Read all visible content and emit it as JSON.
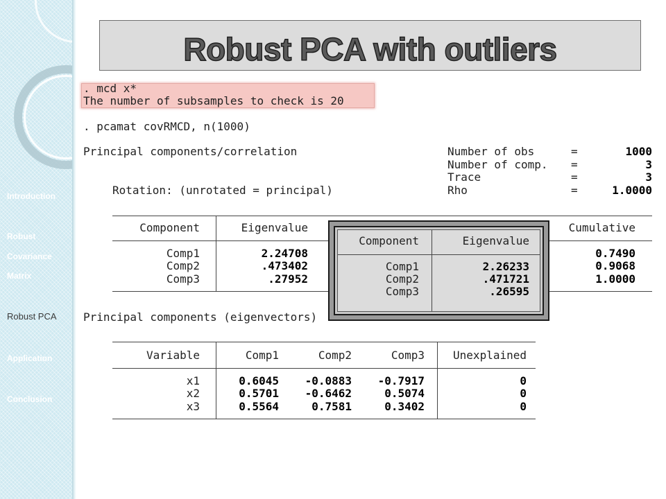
{
  "title": "Robust PCA with outliers",
  "nav": [
    {
      "label": "Introduction",
      "active": false
    },
    {
      "label": "Robust",
      "active": false
    },
    {
      "label": "Covariance",
      "active": false
    },
    {
      "label": "Matrix",
      "active": false
    },
    {
      "label": "Robust PCA",
      "active": true
    },
    {
      "label": "Application",
      "active": false
    },
    {
      "label": "Conclusion",
      "active": false
    }
  ],
  "commands": {
    "mcd_cmd": ". mcd x*",
    "mcd_msg": "The number of subsamples to check is 20",
    "pcamat_cmd": ". pcamat covRMCD, n(1000)"
  },
  "header": {
    "title": "Principal components/correlation",
    "rotation": "Rotation: (unrotated = principal)",
    "stats": [
      {
        "label": "Number of obs",
        "eq": "=",
        "value": "1000"
      },
      {
        "label": "Number of comp.",
        "eq": "=",
        "value": "3"
      },
      {
        "label": "Trace",
        "eq": "=",
        "value": "3"
      },
      {
        "label": "Rho",
        "eq": "=",
        "value": "1.0000"
      }
    ]
  },
  "eigen_table": {
    "headers": [
      "Component",
      "Eigenvalue",
      "Cumulative"
    ],
    "rows": [
      {
        "component": "Comp1",
        "eigenvalue": "2.24708",
        "cumulative": "0.7490"
      },
      {
        "component": "Comp2",
        "eigenvalue": ".473402",
        "cumulative": "0.9068"
      },
      {
        "component": "Comp3",
        "eigenvalue": ".27952",
        "cumulative": "1.0000"
      }
    ]
  },
  "robust_overlay": {
    "headers": [
      "Component",
      "Eigenvalue"
    ],
    "rows": [
      {
        "component": "Comp1",
        "eigenvalue": "2.26233"
      },
      {
        "component": "Comp2",
        "eigenvalue": ".471721"
      },
      {
        "component": "Comp3",
        "eigenvalue": ".26595"
      }
    ]
  },
  "eigvec_title": "Principal components (eigenvectors)",
  "eigvec_table": {
    "headers": [
      "Variable",
      "Comp1",
      "Comp2",
      "Comp3",
      "Unexplained"
    ],
    "rows": [
      {
        "variable": "x1",
        "values": [
          "0.6045",
          "-0.0883",
          "-0.7917",
          "0"
        ]
      },
      {
        "variable": "x2",
        "values": [
          "0.5701",
          "-0.6462",
          "0.5074",
          "0"
        ]
      },
      {
        "variable": "x3",
        "values": [
          "0.5564",
          "0.7581",
          "0.3402",
          "0"
        ]
      }
    ]
  }
}
